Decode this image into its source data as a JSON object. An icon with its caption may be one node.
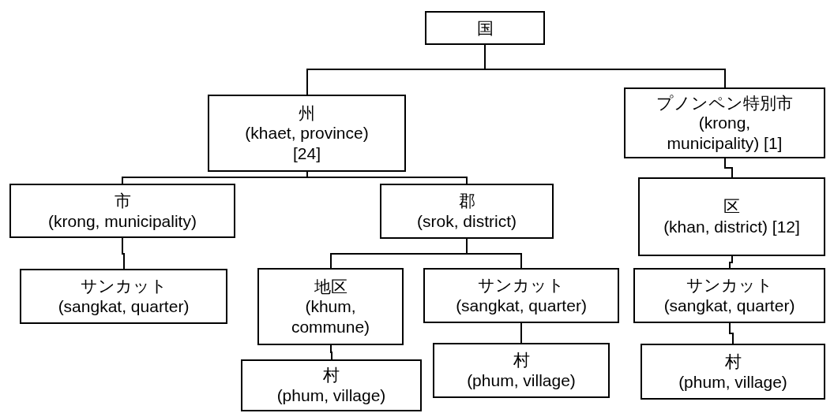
{
  "diagram": {
    "nodes": [
      {
        "text": [
          "国"
        ]
      },
      {
        "text": [
          "州",
          "(khaet, province) [24]"
        ]
      },
      {
        "text": [
          "プノンペン特別市",
          "(krong, municipality) [1]"
        ]
      },
      {
        "text": [
          "市",
          "(krong, municipality)"
        ]
      },
      {
        "text": [
          "郡",
          "(srok, district)"
        ]
      },
      {
        "text": [
          "区",
          "(khan, district) [12]"
        ]
      },
      {
        "text": [
          "サンカット",
          "(sangkat, quarter)"
        ]
      },
      {
        "text": [
          "地区",
          "(khum, commune)"
        ]
      },
      {
        "text": [
          "サンカット",
          "(sangkat, quarter)"
        ]
      },
      {
        "text": [
          "サンカット",
          "(sangkat, quarter)"
        ]
      },
      {
        "text": [
          "村",
          "(phum, village)"
        ]
      },
      {
        "text": [
          "村",
          "(phum, village)"
        ]
      },
      {
        "text": [
          "村",
          "(phum, village)"
        ]
      }
    ],
    "edges": [
      {
        "from": 0,
        "to": 1,
        "arrow": "none"
      },
      {
        "from": 0,
        "to": 2,
        "arrow": "none"
      },
      {
        "from": 1,
        "to": 3,
        "arrow": "none"
      },
      {
        "from": 1,
        "to": 4,
        "arrow": "none"
      },
      {
        "from": 2,
        "to": 5,
        "arrow": "none"
      },
      {
        "from": 3,
        "to": 6,
        "arrow": "none"
      },
      {
        "from": 4,
        "to": 7,
        "arrow": "none"
      },
      {
        "from": 4,
        "to": 8,
        "arrow": "none"
      },
      {
        "from": 5,
        "to": 9,
        "arrow": "none"
      },
      {
        "from": 7,
        "to": 10,
        "arrow": "none"
      },
      {
        "from": 8,
        "to": 11,
        "arrow": "none"
      },
      {
        "from": 9,
        "to": 12,
        "arrow": "none"
      }
    ]
  }
}
